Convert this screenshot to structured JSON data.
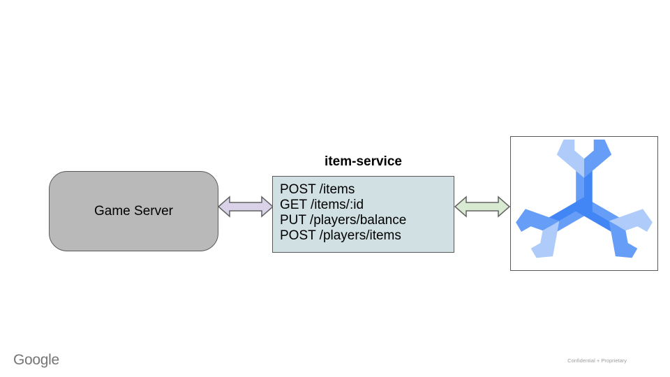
{
  "slide": {
    "footer_logo": "Google",
    "footer_note": "Confidential + Proprietary"
  },
  "diagram": {
    "game_server": {
      "label": "Game Server",
      "fill": "#b9b9b9",
      "border_color": "#595959"
    },
    "arrow_game_service": {
      "direction": "bidirectional",
      "fill": "#d9d2e9",
      "stroke": "#616161"
    },
    "item_service": {
      "title": "item-service",
      "endpoints": [
        "POST /items",
        "GET /items/:id",
        "PUT /players/balance",
        "POST /players/items"
      ],
      "fill": "#d0e0e3",
      "border_color": "#595959"
    },
    "arrow_service_db": {
      "direction": "bidirectional",
      "fill": "#d9ead3",
      "stroke": "#616161"
    },
    "database": {
      "icon": "cloud-spanner-icon",
      "colors": {
        "light": "#aecbfa",
        "medium": "#669df6",
        "dark": "#4285f4"
      },
      "border_color": "#595959"
    }
  }
}
